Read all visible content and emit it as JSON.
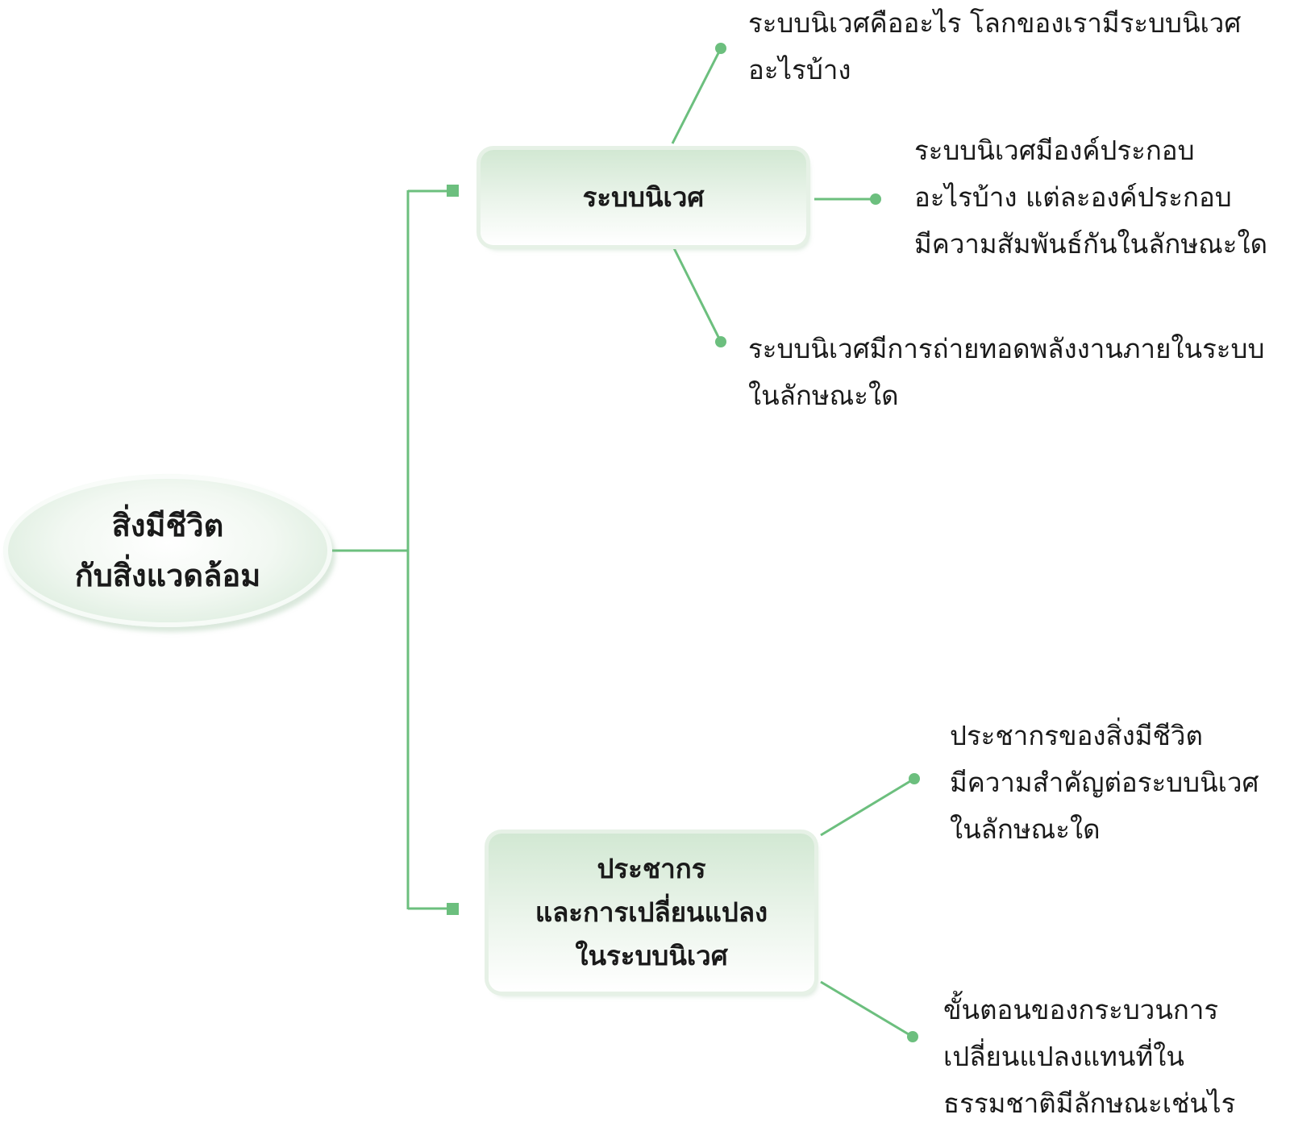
{
  "colors": {
    "connector": "#6cbf7e",
    "node_top": "#d2e8d3",
    "node_glow": "#e6f1e6",
    "text": "#1a1a1a"
  },
  "root": {
    "lines": [
      "สิ่งมีชีวิต",
      "กับสิ่งแวดล้อม"
    ]
  },
  "branches": [
    {
      "lines": [
        "ระบบนิเวศ"
      ]
    },
    {
      "lines": [
        "ประชากร",
        "และการเปลี่ยนแปลง",
        "ในระบบนิเวศ"
      ]
    }
  ],
  "leaves": [
    {
      "lines": [
        "ระบบนิเวศคืออะไร โลกของเรามีระบบนิเวศ",
        "อะไรบ้าง"
      ]
    },
    {
      "lines": [
        "ระบบนิเวศมีองค์ประกอบ",
        "อะไรบ้าง แต่ละองค์ประกอบ",
        "มีความสัมพันธ์กันในลักษณะใด"
      ]
    },
    {
      "lines": [
        "ระบบนิเวศมีการถ่ายทอดพลังงานภายในระบบ",
        "ในลักษณะใด"
      ]
    },
    {
      "lines": [
        "ประชากรของสิ่งมีชีวิต",
        "มีความสำคัญต่อระบบนิเวศ",
        "ในลักษณะใด"
      ]
    },
    {
      "lines": [
        "ขั้นตอนของกระบวนการ",
        "เปลี่ยนแปลงแทนที่ใน",
        "ธรรมชาติมีลักษณะเช่นไร"
      ]
    }
  ]
}
